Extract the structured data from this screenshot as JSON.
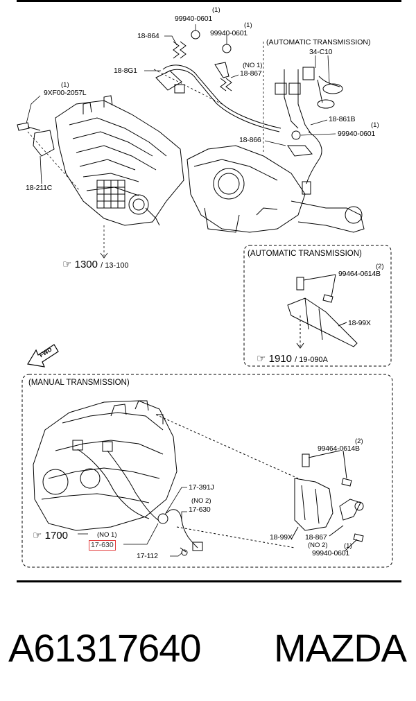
{
  "labels": {
    "top": {
      "n99940_0601_a": "99940-0601",
      "n99940_0601_a_qty": "(1)",
      "n18_864": "18-864",
      "n99940_0601_b": "99940-0601",
      "n99940_0601_b_qty": "(1)",
      "n18_8g1": "18-8G1",
      "no1": "(NO 1)",
      "n18_867": "18-867",
      "n9xf00": "9XF00-2057L",
      "n9xf00_qty": "(1)",
      "n18_211c": "18-211C",
      "n18_861b": "18-861B",
      "n99940_0601_c": "99940-0601",
      "n99940_0601_c_qty": "(1)",
      "n18_866": "18-866",
      "auto_trans_header": "(AUTOMATIC TRANSMISSION)",
      "n34_c10": "34-C10",
      "ref_1300": "1300",
      "ref_1300_sub": "13-100"
    },
    "auto_box": {
      "title": "(AUTOMATIC TRANSMISSION)",
      "n99464_0614b": "99464-0614B",
      "n99464_0614b_qty": "(2)",
      "n18_99x": "18-99X",
      "ref_1910": "1910",
      "ref_1910_sub": "19-090A"
    },
    "manual_box": {
      "title": "(MANUAL TRANSMISSION)",
      "n17_391j": "17-391J",
      "no2_a": "(NO 2)",
      "n17_630_a": "17-630",
      "ref_1700": "1700",
      "no1": "(NO 1)",
      "n17_630_highlight": "17-630",
      "n17_112": "17-112",
      "n99464_0614b": "99464-0614B",
      "n99464_0614b_qty": "(2)",
      "n18_99x": "18-99X",
      "n18_867": "18-867",
      "no2_b": "(NO 2)",
      "n99940_0601": "99940-0601",
      "n99940_0601_qty": "(1)"
    },
    "fwd": "FWD"
  },
  "footer": {
    "part_number": "A61317640",
    "brand": "MAZDA"
  },
  "colors": {
    "highlight": "#e23b3b",
    "ink": "#000000"
  }
}
